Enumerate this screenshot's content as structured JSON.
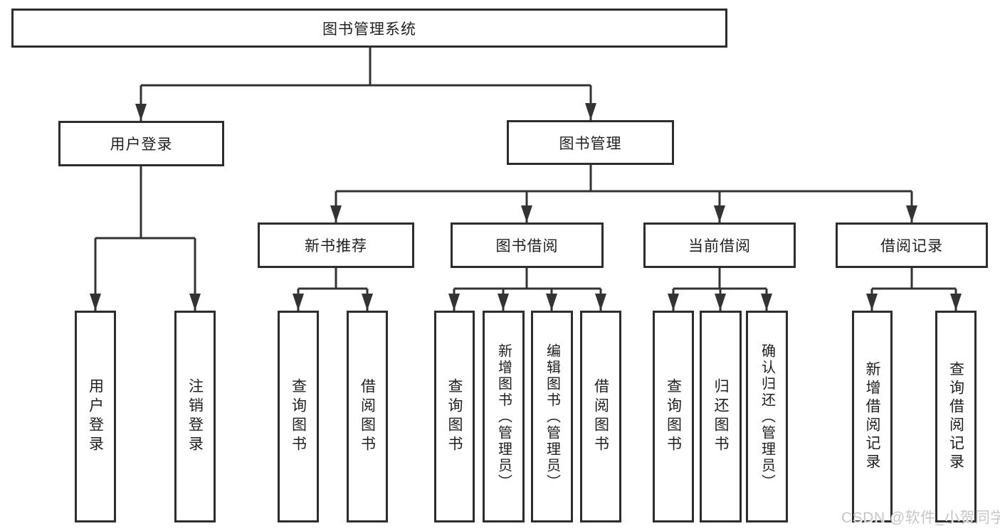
{
  "diagram_title": "图书管理系统",
  "nodes": {
    "root": "图书管理系统",
    "level2": [
      "用户登录",
      "图书管理"
    ],
    "level3": [
      "新书推荐",
      "图书借阅",
      "当前借阅",
      "借阅记录"
    ],
    "user_login_children": [
      "用户登录",
      "注销登录"
    ],
    "new_book_children": [
      "查询图书",
      "借阅图书"
    ],
    "book_borrow_children": [
      "查询图书",
      "新增图书（管理员）",
      "编辑图书（管理员）",
      "借阅图书"
    ],
    "current_borrow_children": [
      "查询图书",
      "归还图书",
      "确认归还（管理员）"
    ],
    "borrow_record_children": [
      "新增借阅记录",
      "查询借阅记录"
    ]
  },
  "watermark": "CSDN @软件_小贺同学",
  "colors": {
    "line": "#333333",
    "box_border": "#2d2d2d",
    "box_background": "#ffffff",
    "text": "#1f1f1f",
    "watermark": "#c6c6c6",
    "background": "#ffffff"
  }
}
